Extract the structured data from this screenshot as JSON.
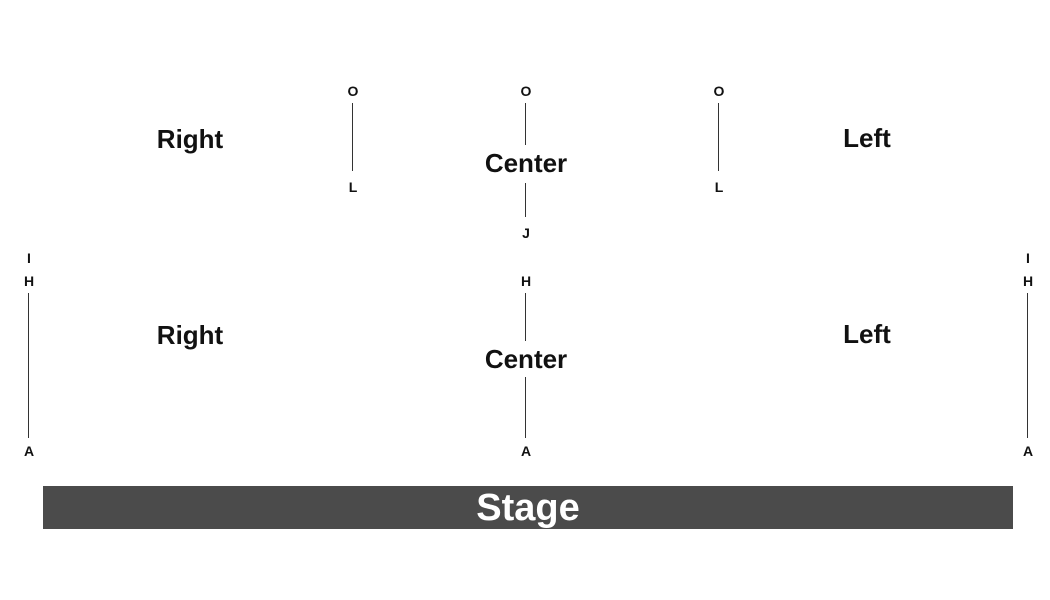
{
  "upper_level": {
    "sections": {
      "right": "Right",
      "center": "Center",
      "left": "Left"
    },
    "rows": {
      "right_aisle_top": "O",
      "right_aisle_bottom": "L",
      "center_aisle_top": "O",
      "center_aisle_bottom": "J",
      "left_aisle_top": "O",
      "left_aisle_bottom": "L"
    }
  },
  "lower_level": {
    "sections": {
      "right": "Right",
      "center": "Center",
      "left": "Left"
    },
    "rows": {
      "far_left_top_1": "I",
      "far_left_top_2": "H",
      "far_left_bottom": "A",
      "center_top": "H",
      "center_bottom": "A",
      "far_right_top_1": "I",
      "far_right_top_2": "H",
      "far_right_bottom": "A"
    }
  },
  "stage": {
    "label": "Stage",
    "color": "#4b4b4b"
  }
}
